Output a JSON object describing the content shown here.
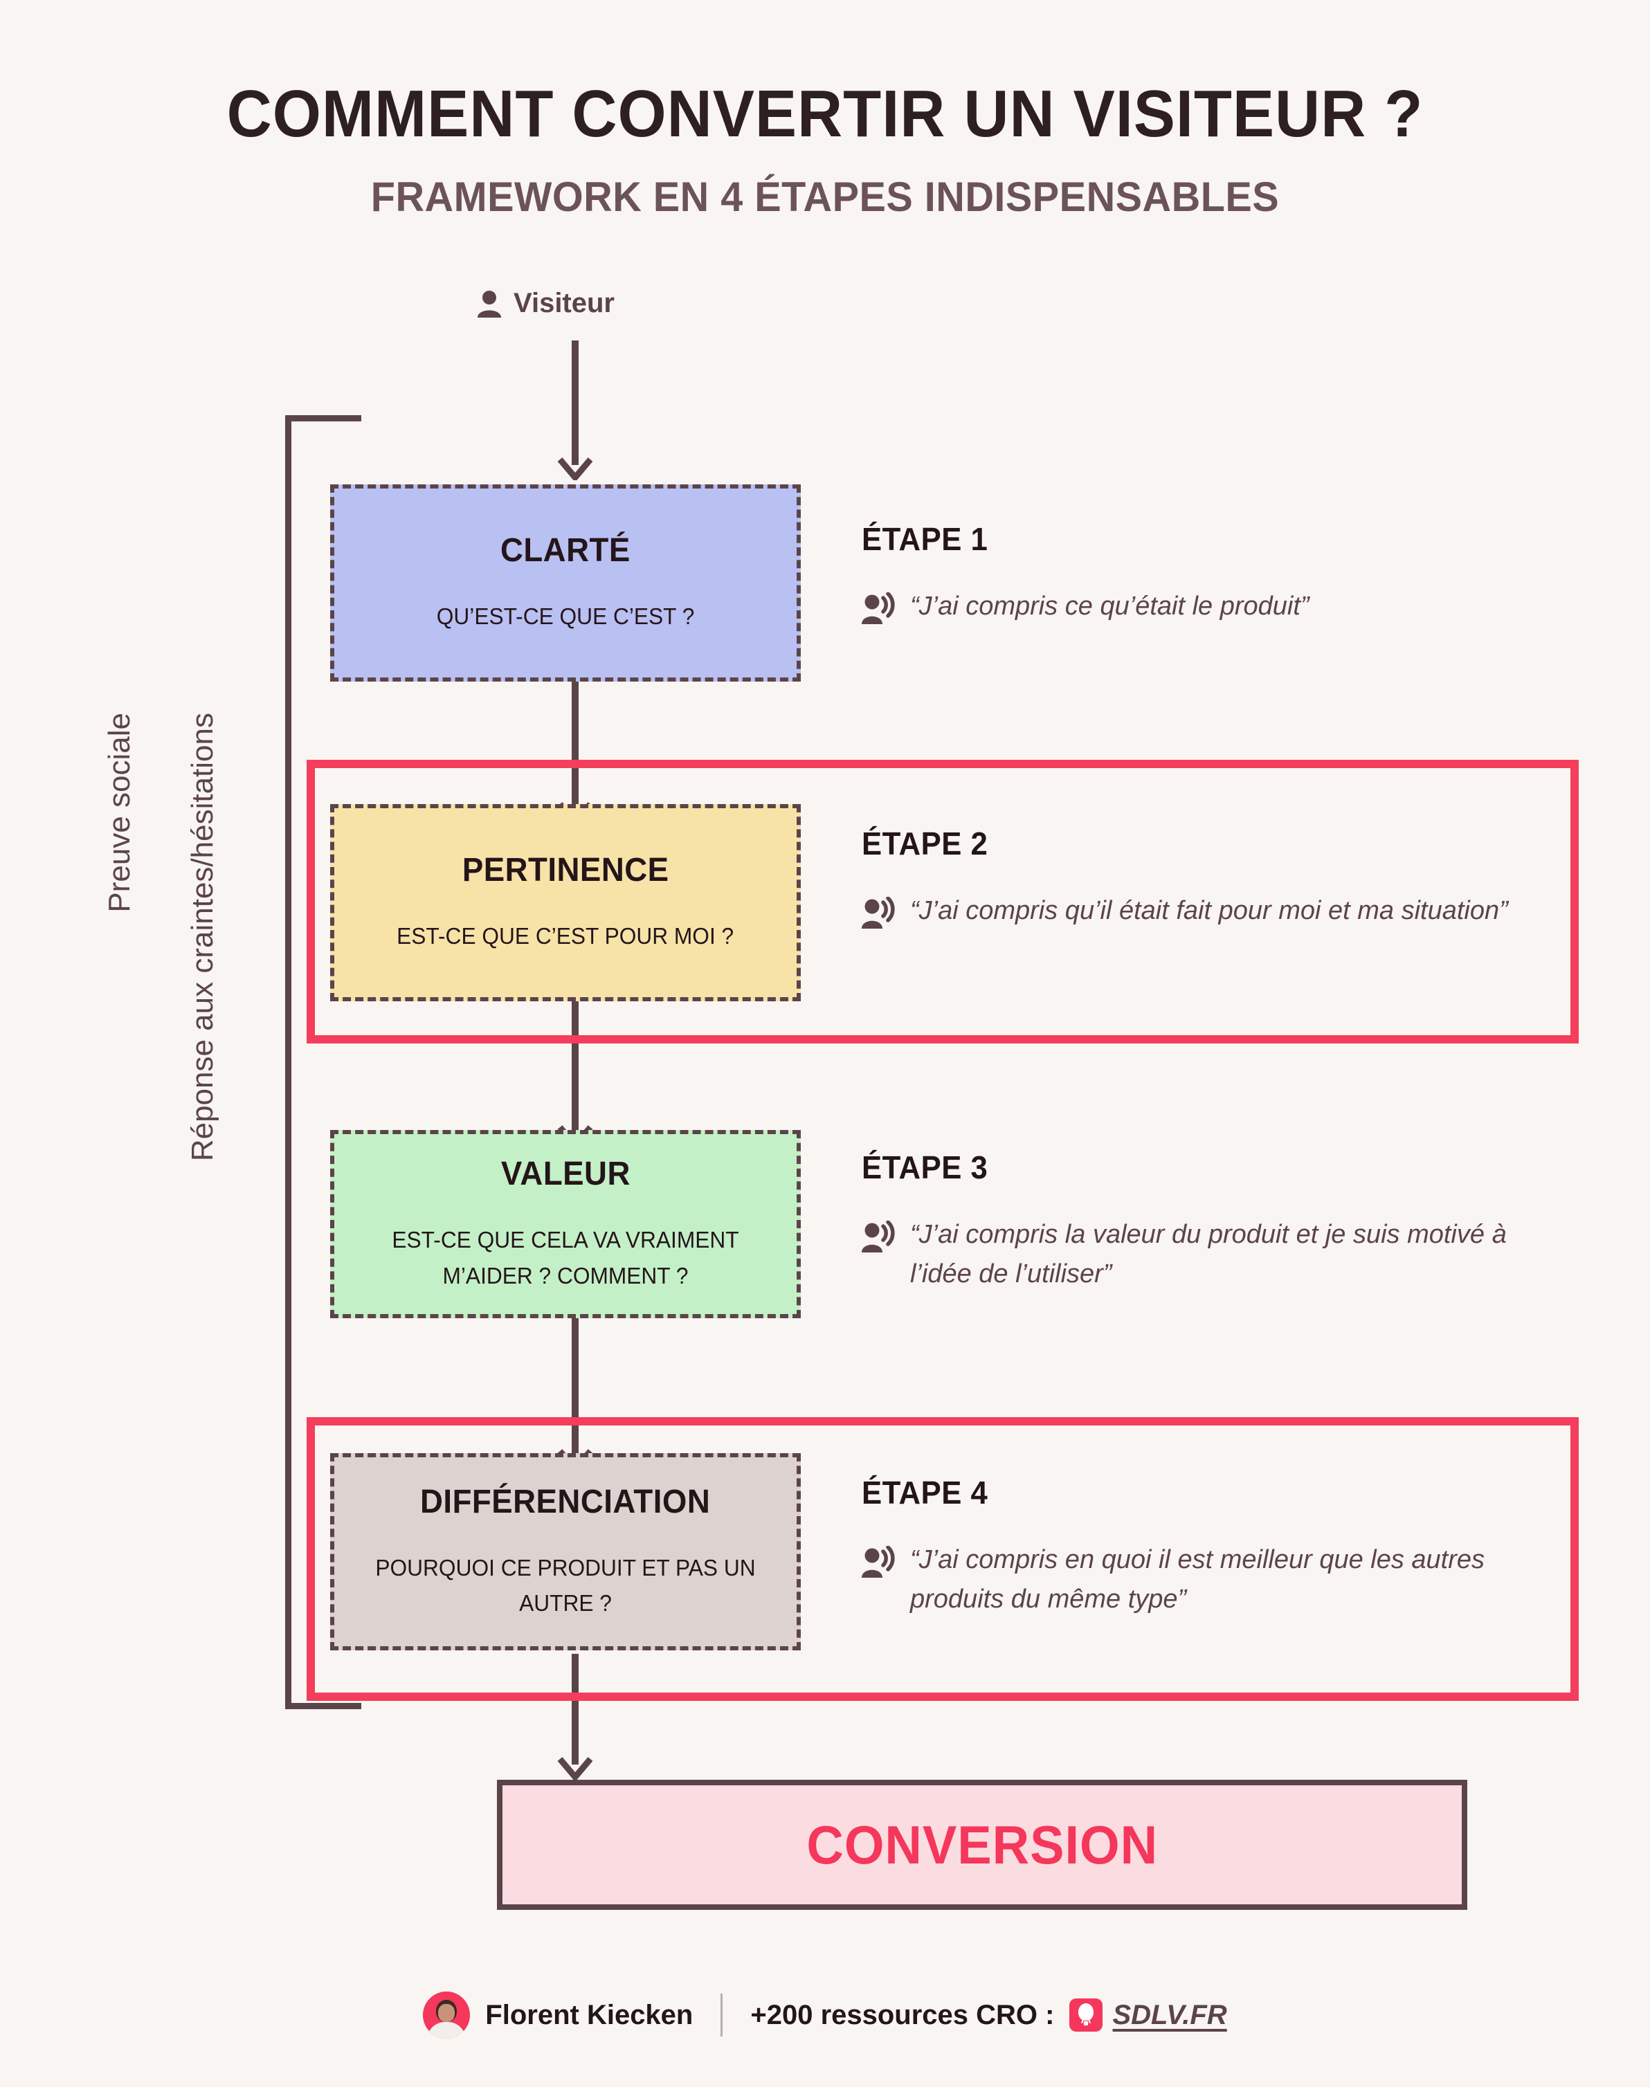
{
  "header": {
    "title": "COMMENT CONVERTIR UN VISITEUR ?",
    "subtitle": "FRAMEWORK EN 4 ÉTAPES INDISPENSABLES"
  },
  "flow": {
    "entry_label": "Visiteur",
    "entry_icon": "person-icon",
    "outcome_label": "CONVERSION"
  },
  "side_labels": {
    "top": "Preuve sociale",
    "bottom": "Réponse aux craintes/hésitations"
  },
  "colors": {
    "background": "#F8F5F2",
    "accent_red": "#F43E5C",
    "ink": "#241519",
    "muted_ink": "#5B4449",
    "step1_fill": "#B9C0F2",
    "step2_fill": "#F7E3A8",
    "step3_fill": "#C4F0C8",
    "step4_fill": "#DDD2D0",
    "conversion_fill": "#FBDCE1",
    "conversion_text": "#F4375B"
  },
  "steps": [
    {
      "box_title": "CLARTÉ",
      "box_question": "QU’EST-CE QUE C’EST ?",
      "step_name": "ÉTAPE 1",
      "quote": "“J’ai compris ce qu’était le produit”",
      "quote_icon": "speaker-person-icon",
      "highlighted": false
    },
    {
      "box_title": "PERTINENCE",
      "box_question": "EST-CE QUE C’EST POUR MOI ?",
      "step_name": "ÉTAPE 2",
      "quote": "“J’ai compris qu’il était fait pour moi et ma situation”",
      "quote_icon": "speaker-person-icon",
      "highlighted": true
    },
    {
      "box_title": "VALEUR",
      "box_question": "EST-CE QUE CELA VA VRAIMENT M’AIDER ? COMMENT ?",
      "step_name": "ÉTAPE 3",
      "quote": "“J’ai compris la valeur du produit et je suis motivé à l’idée de l’utiliser”",
      "quote_icon": "speaker-person-icon",
      "highlighted": false
    },
    {
      "box_title": "DIFFÉRENCIATION",
      "box_question": "POURQUOI CE PRODUIT ET PAS UN AUTRE ?",
      "step_name": "ÉTAPE 4",
      "quote": "“J’ai compris en quoi il est meilleur que les autres produits du même type”",
      "quote_icon": "speaker-person-icon",
      "highlighted": true
    }
  ],
  "footer": {
    "author": "Florent Kiecken",
    "resources": "+200 ressources CRO :",
    "site": "SDLV.FR",
    "avatar_icon": "avatar-icon",
    "logo_icon": "hot-air-balloon-icon"
  }
}
